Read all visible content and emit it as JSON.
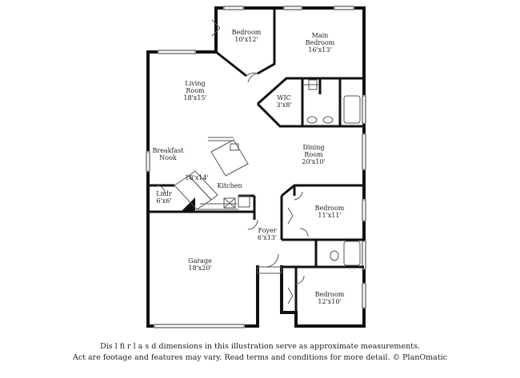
{
  "rooms": {
    "bedroom_upper": {
      "name": "Bedroom",
      "size": "10'x12'"
    },
    "main_bedroom": {
      "name": "Main",
      "name2": "Bedroom",
      "size": "16'x13'"
    },
    "living_room": {
      "name": "Living",
      "name2": "Room",
      "size": "18'x15'"
    },
    "wic": {
      "name": "WIC",
      "size": "3'x8'"
    },
    "breakfast_nook": {
      "name": "Breakfast",
      "name2": "Nook"
    },
    "dining_room": {
      "name": "Dining",
      "name2": "Room",
      "size": "20'x10'"
    },
    "kitchen": {
      "size": "18'x14'",
      "name": "Kitchen"
    },
    "laundry": {
      "name": "Lndr",
      "size": "6'x6'"
    },
    "bedroom_mid": {
      "name": "Bedroom",
      "size": "11'x11'"
    },
    "foyer": {
      "name": "Foyer",
      "size": "6'x13'"
    },
    "garage": {
      "name": "Garage",
      "size": "18'x20'"
    },
    "bedroom_lower": {
      "name": "Bedroom",
      "size": "12'x10'"
    }
  },
  "disclaimer": {
    "line1": "Dis        l   fi    r  l  a      s  d dimensions in this illustration serve as approximate measurements.",
    "line2": "Act    are footage and features may vary. Read terms and conditions for more detail. © PlanOmatic"
  },
  "colors": {
    "wall": "#111111",
    "line": "#555555",
    "window": "#bbbbbb"
  }
}
